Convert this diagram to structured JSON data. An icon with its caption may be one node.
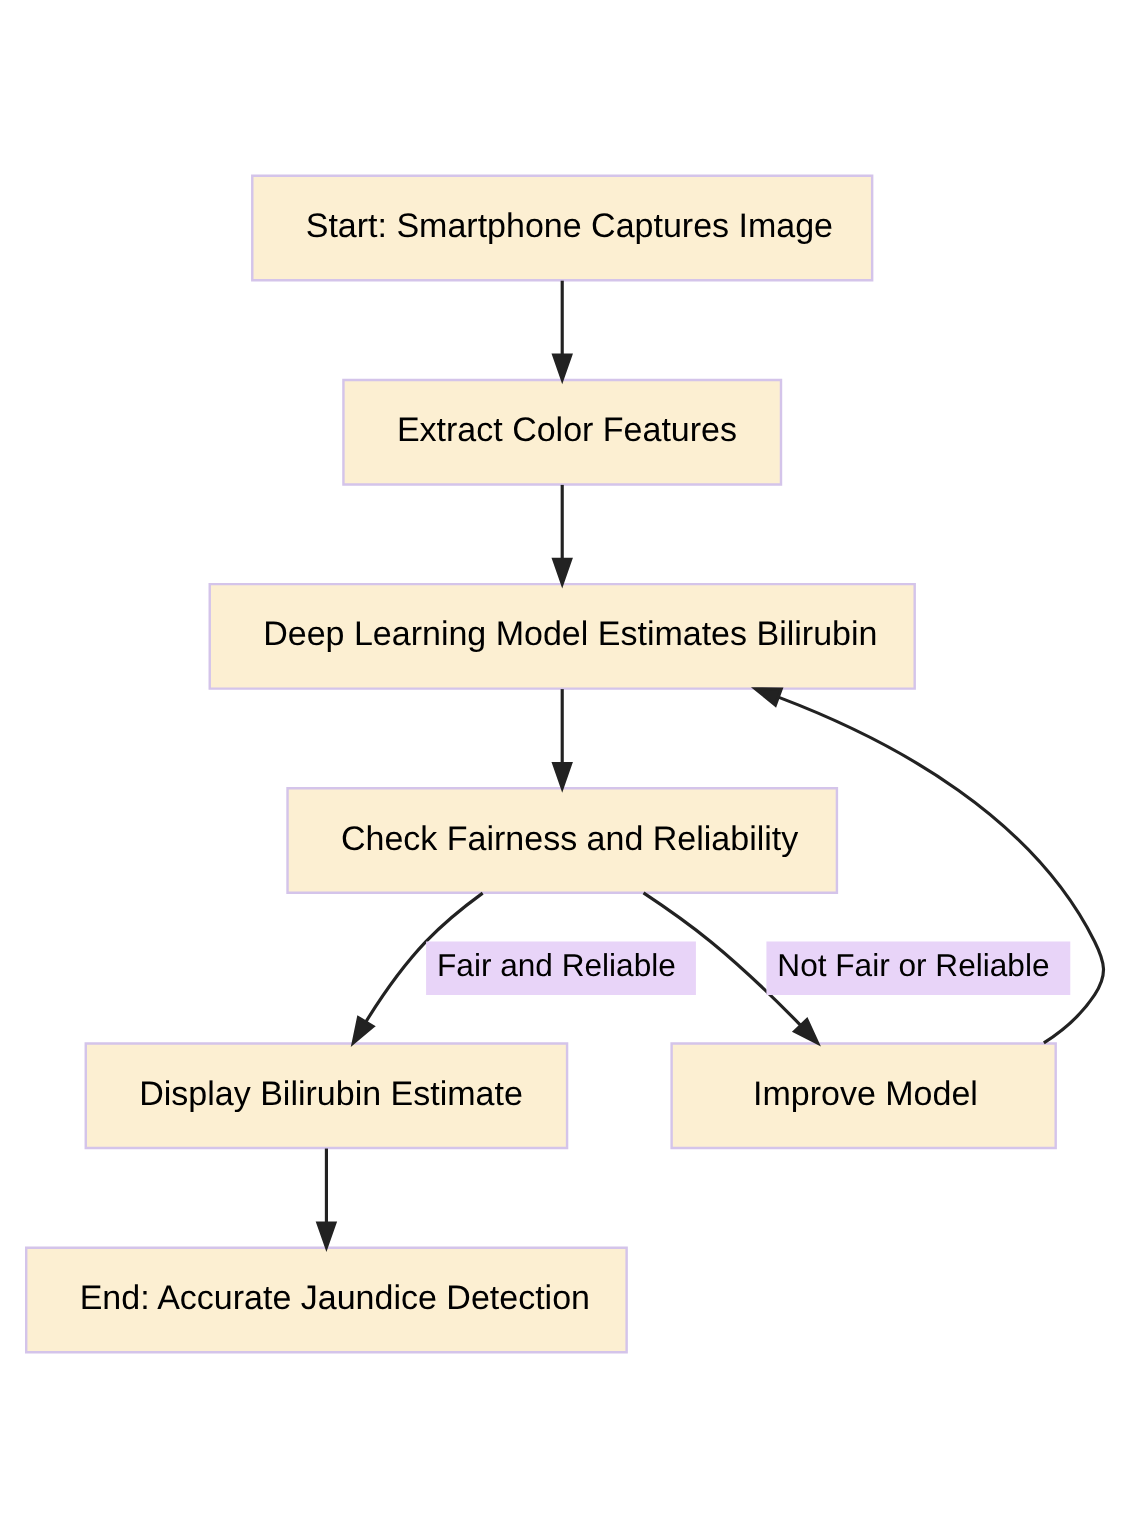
{
  "diagram": {
    "nodes": [
      {
        "text": [
          "Start: Smartphone Captures Image"
        ]
      },
      {
        "text": [
          "Extract Color Features"
        ]
      },
      {
        "text": [
          "Deep Learning Model Estimates Bilirubin"
        ]
      },
      {
        "text": [
          "Check Fairness and Reliability"
        ]
      },
      {
        "text": [
          "Display Bilirubin Estimate"
        ]
      },
      {
        "text": [
          "Improve Model"
        ]
      },
      {
        "text": [
          "End: Accurate Jaundice Detection"
        ]
      }
    ],
    "edges": [
      {
        "from": 0,
        "to": 1,
        "arrow": "to"
      },
      {
        "from": 1,
        "to": 2,
        "arrow": "to"
      },
      {
        "from": 2,
        "to": 3,
        "arrow": "to"
      },
      {
        "from": 3,
        "to": 4,
        "arrow": "to",
        "label": "Fair and Reliable"
      },
      {
        "from": 3,
        "to": 5,
        "arrow": "to",
        "label": "Not Fair or Reliable"
      },
      {
        "from": 5,
        "to": 2,
        "arrow": "to"
      },
      {
        "from": 4,
        "to": 6,
        "arrow": "to"
      }
    ]
  }
}
